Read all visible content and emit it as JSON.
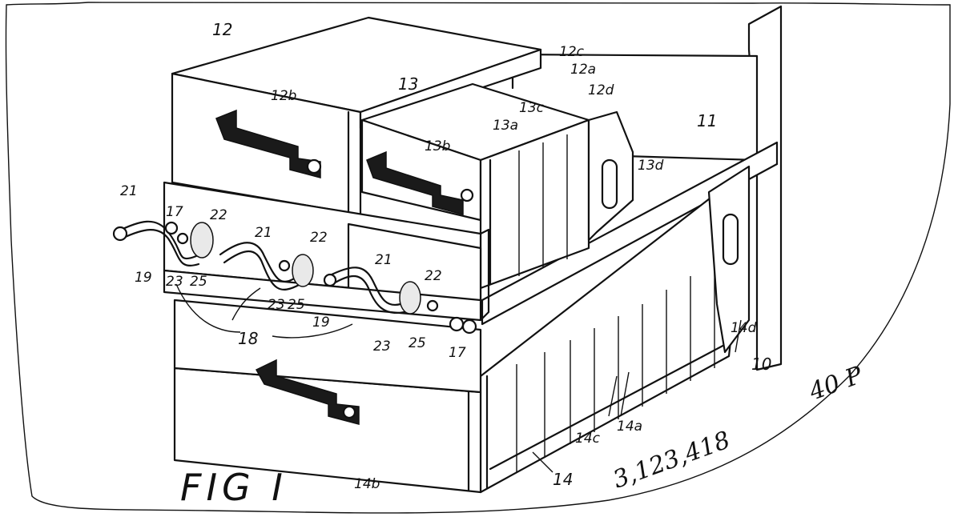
{
  "figure": {
    "caption": "FIG I",
    "patent_note": "3,123,418",
    "patent_note_suffix": "40 P",
    "labels": {
      "n10": "10",
      "n11": "11",
      "n12": "12",
      "n12a": "12a",
      "n12b": "12b",
      "n12c": "12c",
      "n12d": "12d",
      "n13": "13",
      "n13a": "13a",
      "n13b": "13b",
      "n13c": "13c",
      "n13d": "13d",
      "n14": "14",
      "n14a": "14a",
      "n14b": "14b",
      "n14c": "14c",
      "n14d": "14d",
      "n17": "17",
      "n18": "18",
      "n19": "19",
      "n21": "21",
      "n22": "22",
      "n23": "23",
      "n25": "25"
    }
  }
}
